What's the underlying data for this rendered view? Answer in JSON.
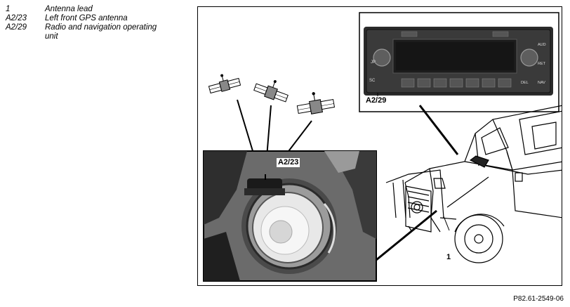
{
  "legend": [
    {
      "code": "1",
      "text": "Antenna lead"
    },
    {
      "code": "A2/23",
      "text": "Left front GPS antenna"
    },
    {
      "code": "A2/29",
      "text": "Radio and navigation operating unit"
    }
  ],
  "callouts": {
    "radio": "A2/29",
    "antenna": "A2/23",
    "lead": "1"
  },
  "radio_buttons": {
    "left_top": "JP",
    "left_bottom": "SC",
    "right_top": "AUD",
    "right_mid": "RET",
    "right_bl": "DEL",
    "right_br": "NAV"
  },
  "figure_code": "P82.61-2549-06"
}
